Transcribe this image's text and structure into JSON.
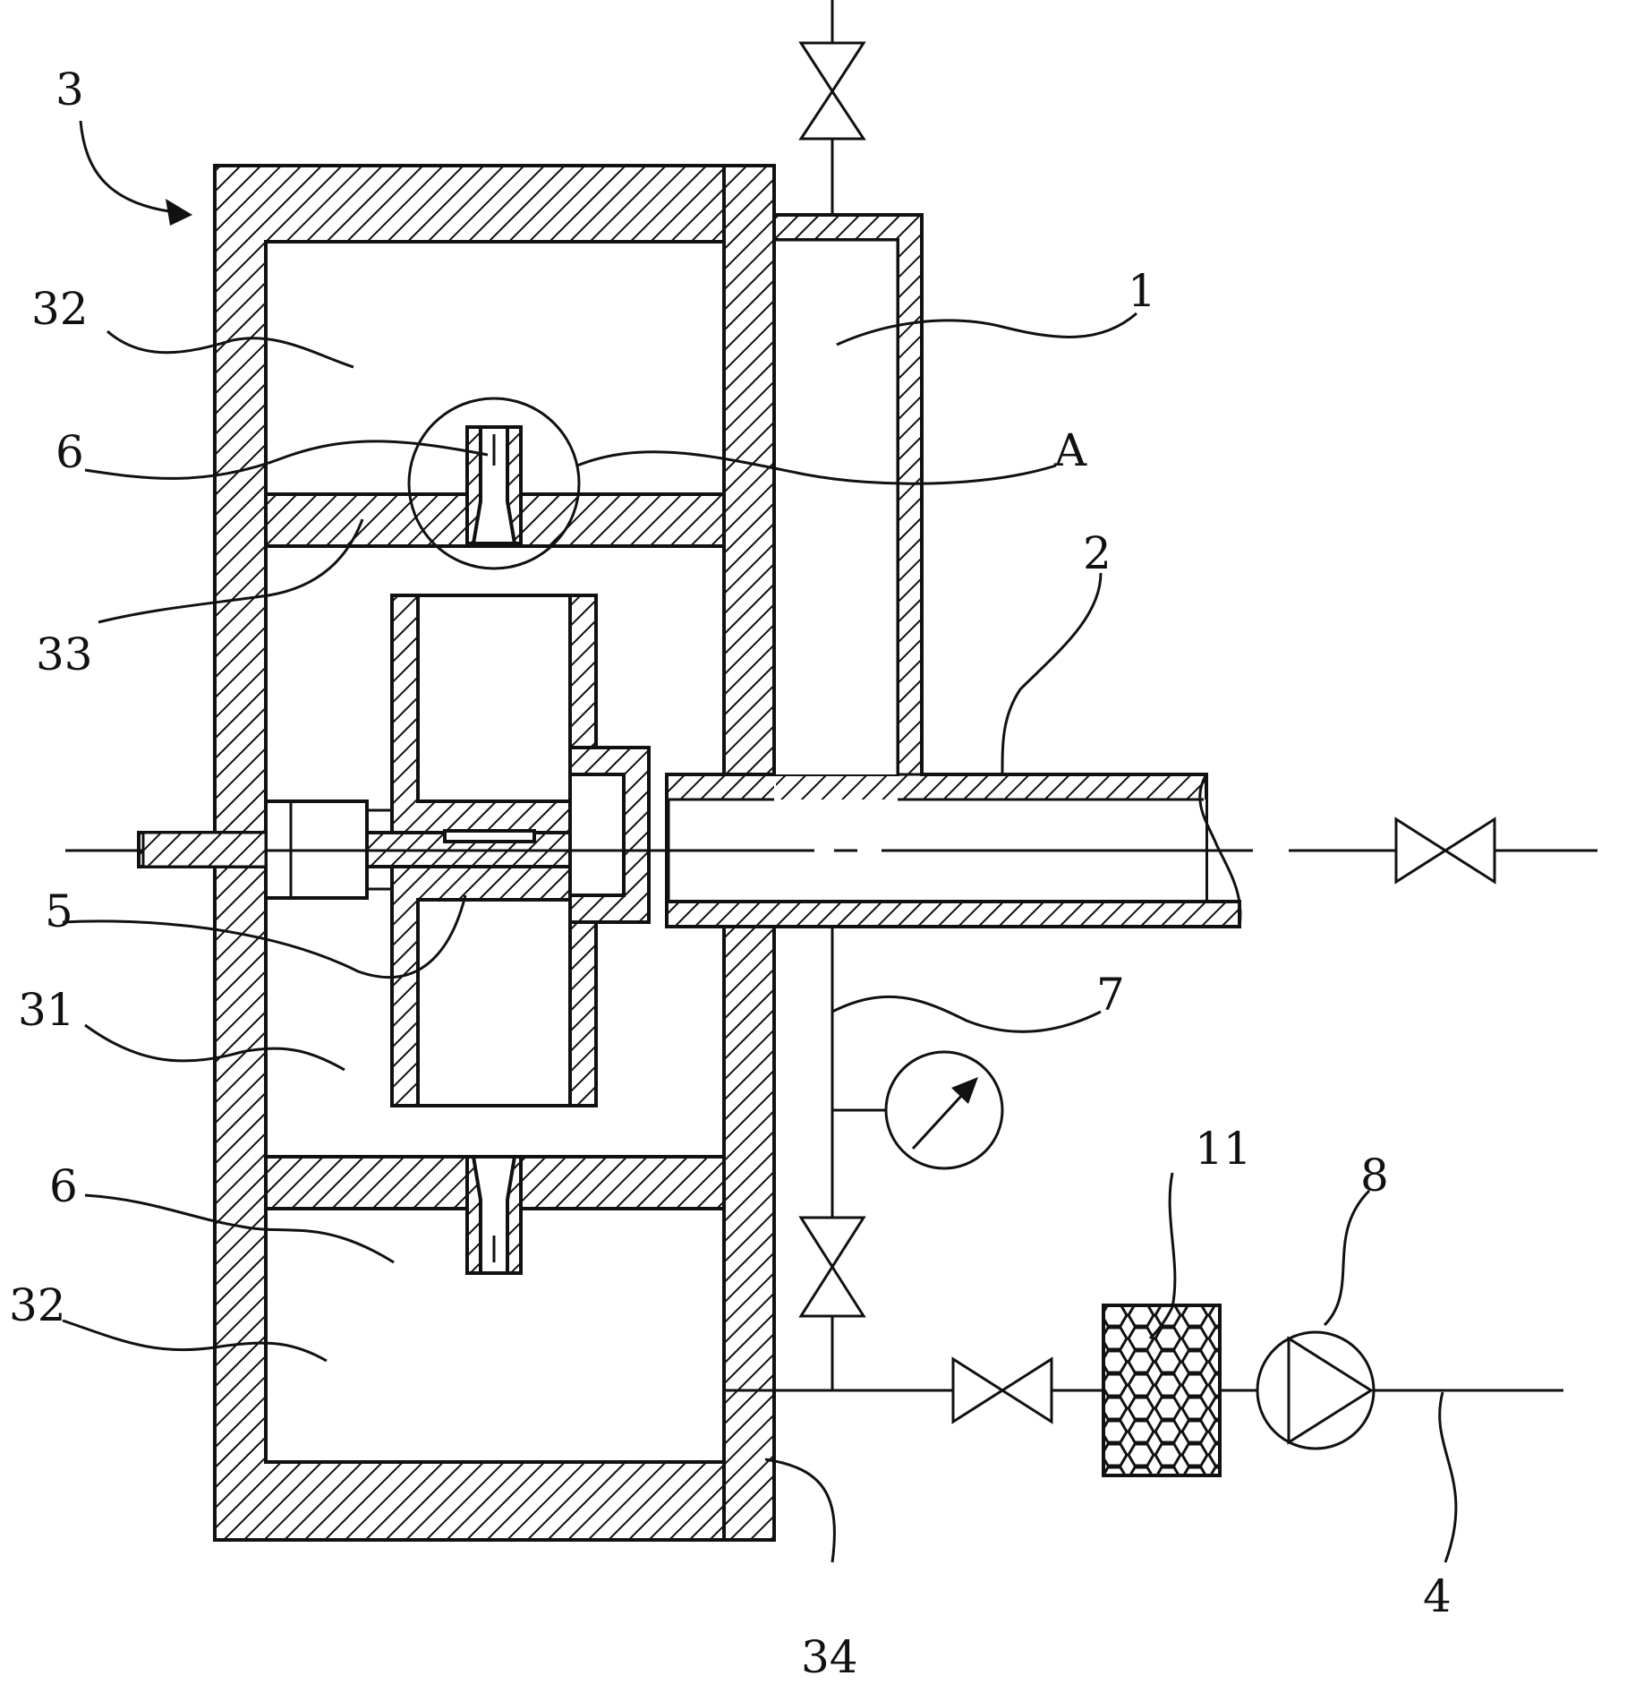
{
  "diagram": {
    "labels": {
      "l3": "3",
      "l32_top": "32",
      "l6_top": "6",
      "lA": "A",
      "l1": "1",
      "l2": "2",
      "l33": "33",
      "l5": "5",
      "l31": "31",
      "l7": "7",
      "l11": "11",
      "l8": "8",
      "l6_bottom": "6",
      "l32_bottom": "32",
      "l4": "4",
      "l34": "34"
    },
    "colors": {
      "line": "#111111",
      "background": "#ffffff"
    }
  }
}
